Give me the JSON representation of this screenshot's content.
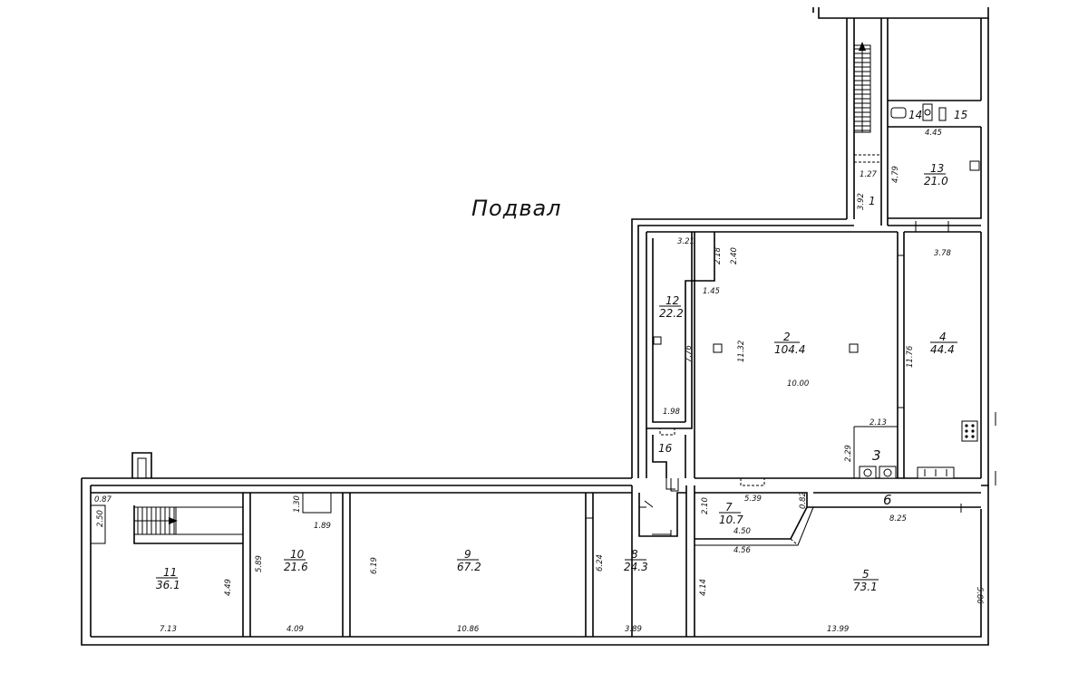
{
  "plan": {
    "title": "Подвал",
    "rooms": [
      {
        "id": "room-1",
        "number": "1"
      },
      {
        "id": "room-2",
        "number": "2",
        "area": "104.4"
      },
      {
        "id": "room-3",
        "number": "3"
      },
      {
        "id": "room-4",
        "number": "4",
        "area": "44.4"
      },
      {
        "id": "room-5",
        "number": "5",
        "area": "73.1"
      },
      {
        "id": "room-6",
        "number": "6"
      },
      {
        "id": "room-7",
        "number": "7",
        "area": "10.7"
      },
      {
        "id": "room-8",
        "number": "8",
        "area": "24.3"
      },
      {
        "id": "room-9",
        "number": "9",
        "area": "67.2"
      },
      {
        "id": "room-10",
        "number": "10",
        "area": "21.6"
      },
      {
        "id": "room-11",
        "number": "11",
        "area": "36.1"
      },
      {
        "id": "room-12",
        "number": "12",
        "area": "22.2"
      },
      {
        "id": "room-13",
        "number": "13",
        "area": "21.0"
      },
      {
        "id": "room-14",
        "number": "14"
      },
      {
        "id": "room-15",
        "number": "15"
      },
      {
        "id": "room-16",
        "number": "16"
      }
    ],
    "dimensions": [
      "1.27",
      "3.92",
      "4.79",
      "4.45",
      "3.21",
      "2.18",
      "2.40",
      "1.45",
      "7.76",
      "11.32",
      "10.00",
      "1.98",
      "3.78",
      "11.76",
      "2.13",
      "2.29",
      "5.39",
      "0.82",
      "2.10",
      "8.25",
      "4.50",
      "4.56",
      "0.87",
      "2.50",
      "1.30",
      "1.89",
      "5.89",
      "4.49",
      "6.19",
      "6.24",
      "4.14",
      "5.86",
      "7.13",
      "4.09",
      "10.86",
      "3.89",
      "13.99"
    ]
  }
}
